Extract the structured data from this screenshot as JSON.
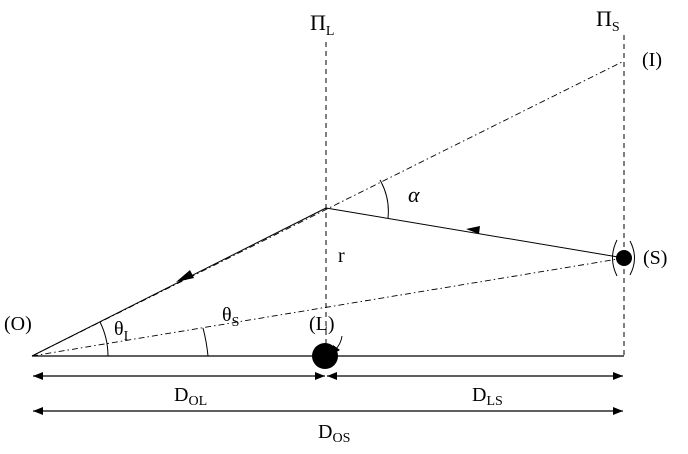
{
  "labels": {
    "pi_l": "Π",
    "pi_l_sub": "L",
    "pi_s": "Π",
    "pi_s_sub": "S",
    "image": "(I)",
    "alpha": "α",
    "r": "r",
    "source": "(S)",
    "observer": "(O)",
    "theta_i": "θ",
    "theta_i_sub": "I",
    "theta_s": "θ",
    "theta_s_sub": "S",
    "lens": "(L)",
    "d_ol": "D",
    "d_ol_sub": "OL",
    "d_ls": "D",
    "d_ls_sub": "LS",
    "d_os": "D",
    "d_os_sub": "OS"
  }
}
